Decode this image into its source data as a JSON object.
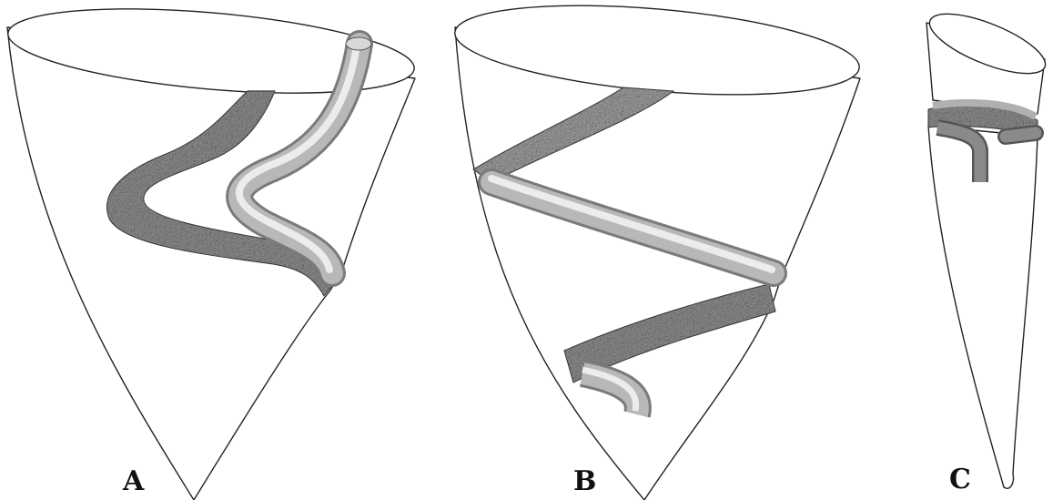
{
  "figure": {
    "panels": [
      {
        "id": "A",
        "label": "A"
      },
      {
        "id": "B",
        "label": "B"
      },
      {
        "id": "C",
        "label": "C"
      }
    ],
    "colors": {
      "outline": "#222222",
      "groove_dark": "#4a4a4a",
      "groove_light": "#b5b5b5",
      "tube_light": "#e6e6e6",
      "tube_mid": "#b8b8b8",
      "tube_dark": "#7a7a7a",
      "background": "#ffffff"
    }
  }
}
